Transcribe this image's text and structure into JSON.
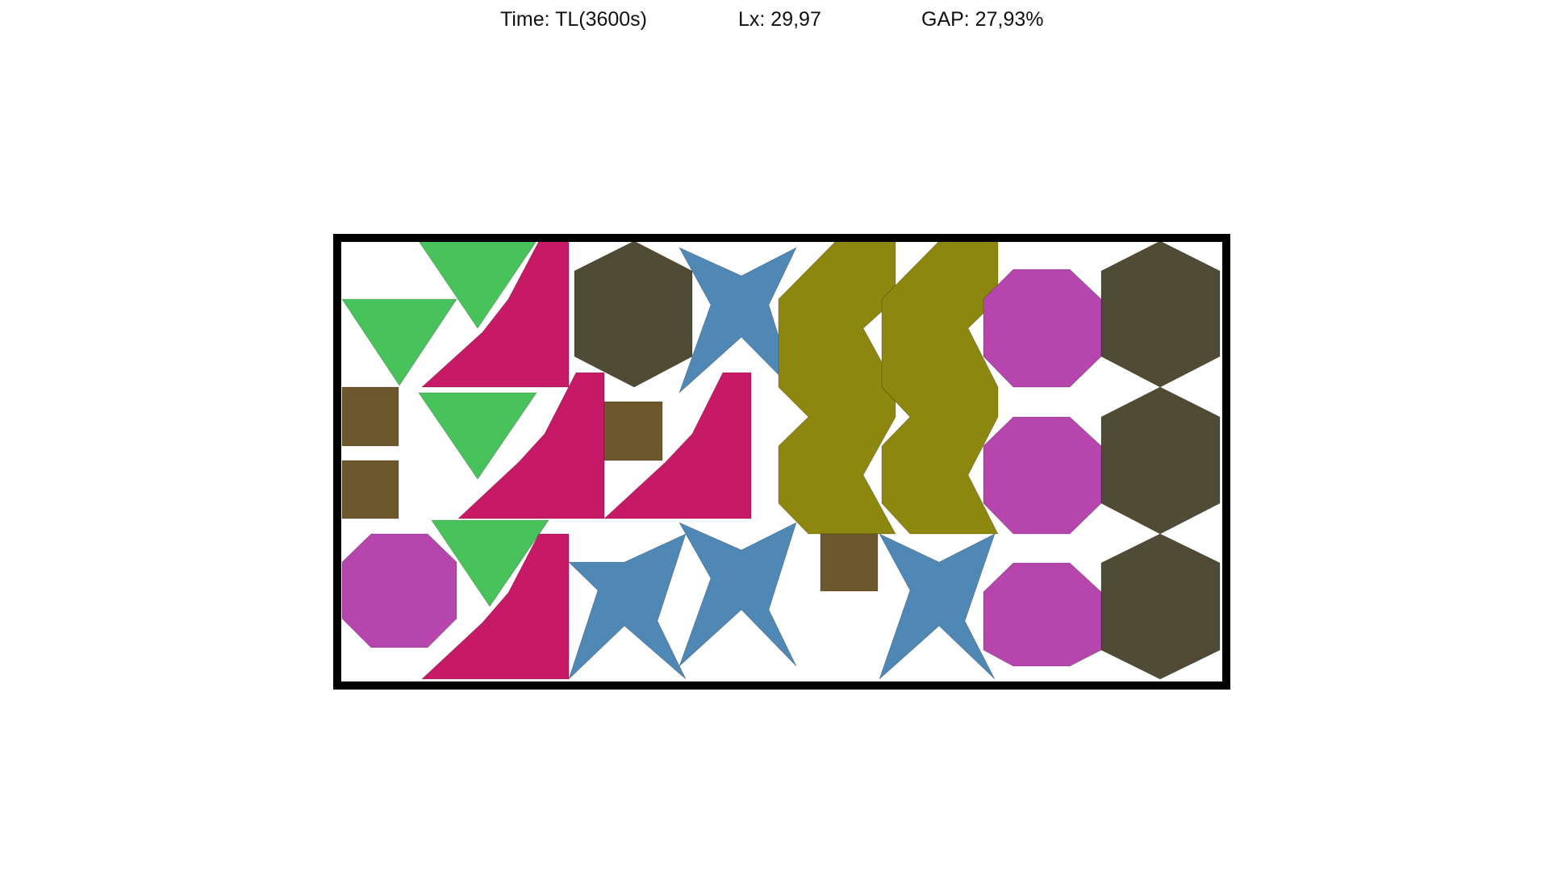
{
  "stats": {
    "time": "Time: TL(3600s)",
    "lx": "Lx: 29,97",
    "gap": "GAP: 27,93%"
  },
  "colors": {
    "background": "#ffffff",
    "container_border": "#000000",
    "triangle": "#48c35b",
    "l_piece": "#c61a66",
    "hexagon": "#504b34",
    "star": "#5088b5",
    "zigzag": "#8e870f",
    "octagon": "#b646ad",
    "square": "#6d572d"
  },
  "pieces": {
    "triangle": "triangle",
    "l_piece": "l-shape",
    "hexagon": "hexagon",
    "star": "four-point-star",
    "zigzag": "zigzag",
    "octagon": "octagon",
    "square": "square"
  }
}
